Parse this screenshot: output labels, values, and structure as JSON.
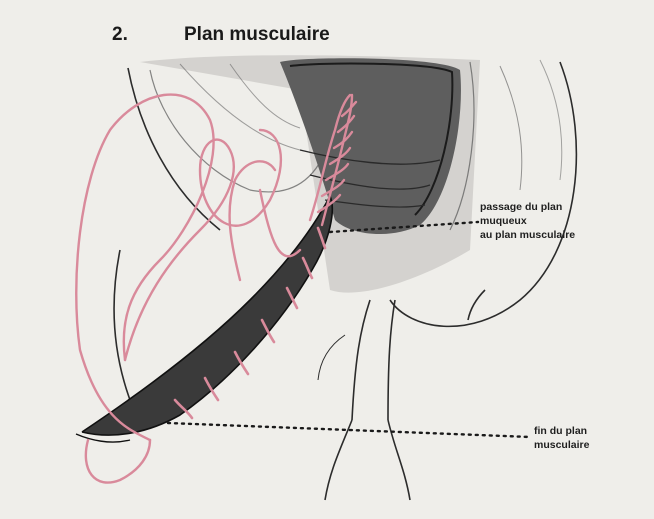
{
  "title": {
    "number": "2.",
    "text": "Plan musculaire"
  },
  "labels": {
    "transition": "passage du plan\nmuqueux\nau plan musculaire",
    "end": "fin du plan\nmusculaire"
  },
  "colors": {
    "paper": "#efeeea",
    "ink": "#1f1f1f",
    "suture": "#d98a9b",
    "tissue_dark": "#3a3a3a"
  }
}
